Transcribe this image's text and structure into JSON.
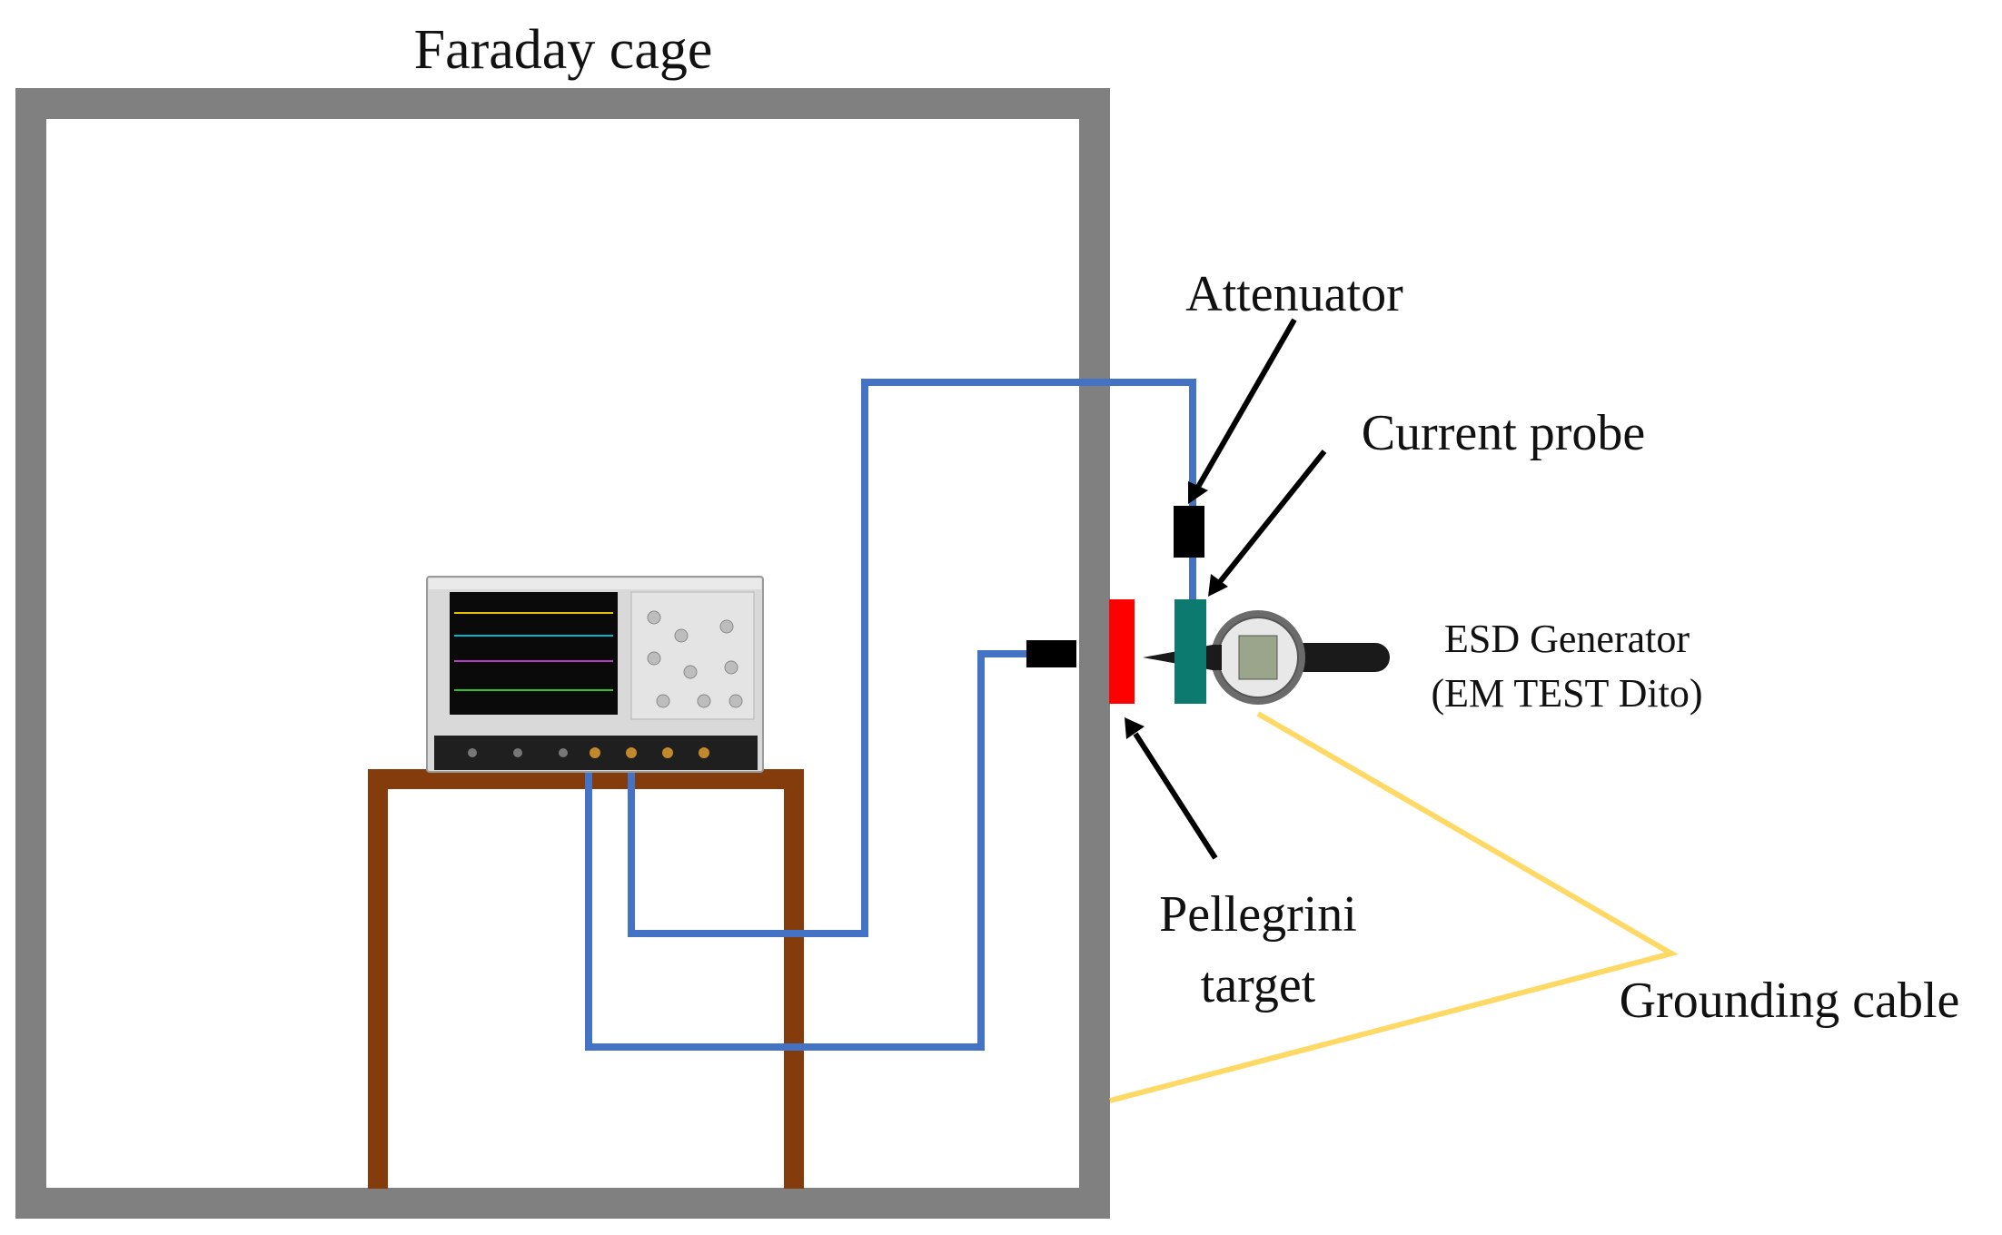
{
  "labels": {
    "faraday_cage": "Faraday cage",
    "attenuator": "Attenuator",
    "current_probe": "Current probe",
    "esd_generator_line1": "ESD Generator",
    "esd_generator_line2": "(EM TEST Dito)",
    "pellegrini_line1": "Pellegrini",
    "pellegrini_line2": "target",
    "grounding_cable": "Grounding cable"
  },
  "colors": {
    "cage": "#808080",
    "signal_cable": "#4472c4",
    "table": "#843c0c",
    "grounding_cable": "#ffd966",
    "pellegrini_target": "#ff0000",
    "current_probe": "#0d7a70",
    "attenuator": "#000000"
  },
  "icons": {
    "oscilloscope": "oscilloscope-icon",
    "esd_generator": "esd-gun-icon"
  }
}
